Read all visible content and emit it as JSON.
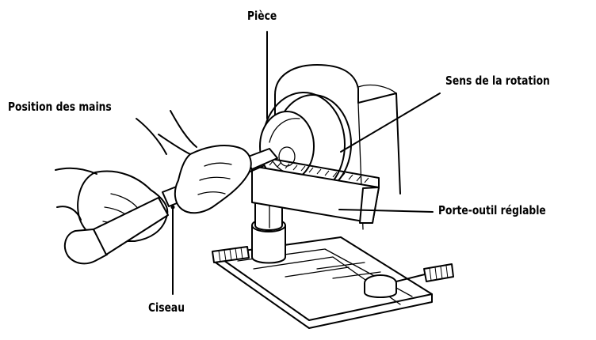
{
  "labels": {
    "piece": "Pièce",
    "rotation": "Sens de la rotation",
    "hands": "Position des mains",
    "tool_rest": "Porte-outil réglable",
    "chisel": "Ciseau"
  },
  "colors": {
    "line": "#000000",
    "background": "#ffffff"
  }
}
